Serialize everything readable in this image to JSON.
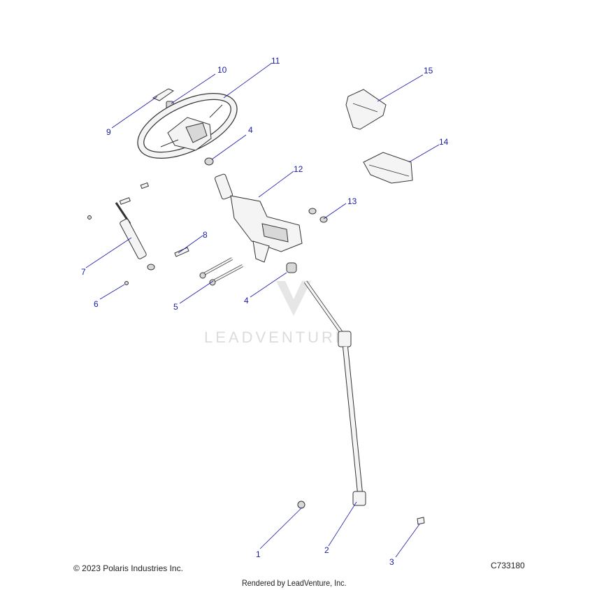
{
  "watermark": {
    "text": "LEADVENTURE"
  },
  "callouts": [
    {
      "id": "c1",
      "number": "1"
    },
    {
      "id": "c2",
      "number": "2"
    },
    {
      "id": "c3",
      "number": "3"
    },
    {
      "id": "c4a",
      "number": "4"
    },
    {
      "id": "c4b",
      "number": "4"
    },
    {
      "id": "c5",
      "number": "5"
    },
    {
      "id": "c6",
      "number": "6"
    },
    {
      "id": "c7",
      "number": "7"
    },
    {
      "id": "c8",
      "number": "8"
    },
    {
      "id": "c9",
      "number": "9"
    },
    {
      "id": "c10",
      "number": "10"
    },
    {
      "id": "c11",
      "number": "11"
    },
    {
      "id": "c12",
      "number": "12"
    },
    {
      "id": "c13",
      "number": "13"
    },
    {
      "id": "c14",
      "number": "14"
    },
    {
      "id": "c15",
      "number": "15"
    }
  ],
  "footer": {
    "copyright": "© 2023 Polaris Industries Inc.",
    "diagram_code": "C733180",
    "rendered_by": "Rendered by LeadVenture, Inc."
  },
  "colors": {
    "callout": "#1a1aa6",
    "outline": "#333333",
    "watermark": "#dcdcdc"
  }
}
